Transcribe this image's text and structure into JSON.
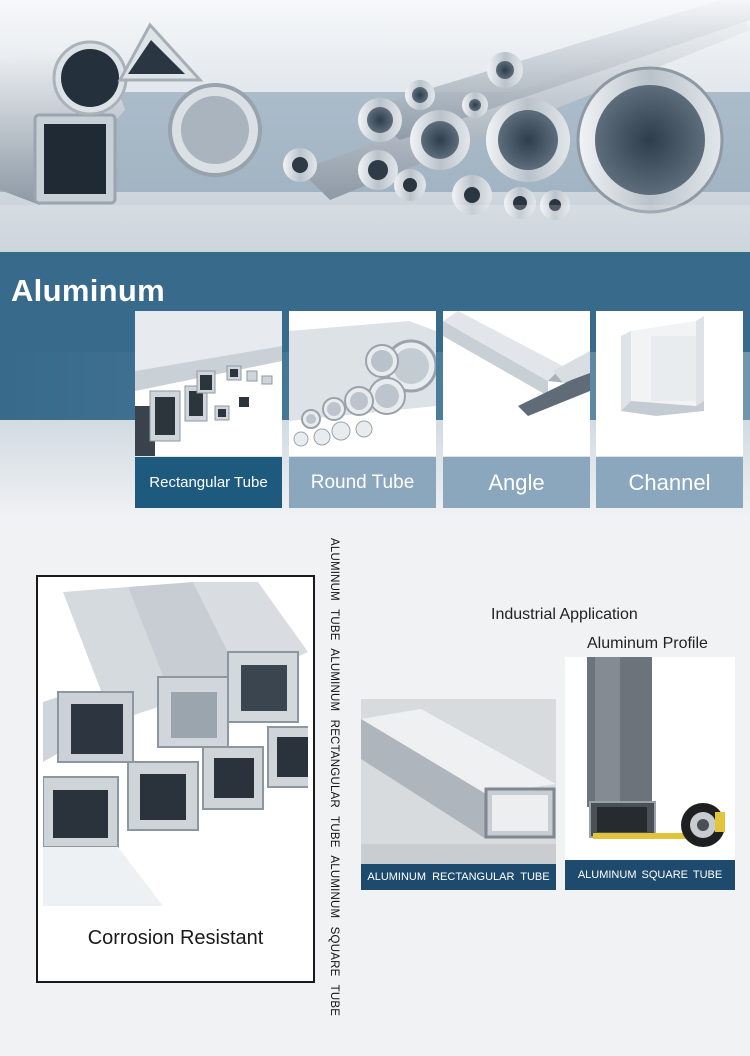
{
  "banner": {
    "title": "Aluminum"
  },
  "categories": [
    {
      "label": "Rectangular Tube",
      "style": "active"
    },
    {
      "label": "Round Tube",
      "style": "normal"
    },
    {
      "label": "Angle",
      "style": "normal"
    },
    {
      "label": "Channel",
      "style": "normal"
    }
  ],
  "feature_panel": {
    "caption": "Corrosion Resistant"
  },
  "vertical_caption": "ALUMINUM TUBE ALUMINUM RECTANGULAR TUBE ALUMINUM SQUARE TUBE",
  "applications": {
    "heading": "Industrial Application",
    "subheading": "Aluminum Profile",
    "rect_caption": "ALUMINUM RECTANGULAR TUBE",
    "square_caption": "ALUMINUM SQUARE TUBE"
  },
  "colors": {
    "band": "#386a8c",
    "active_tab": "#1e5a7e",
    "inactive_tab": "#8aa7bd",
    "caption_bar": "#1e4b6d"
  }
}
